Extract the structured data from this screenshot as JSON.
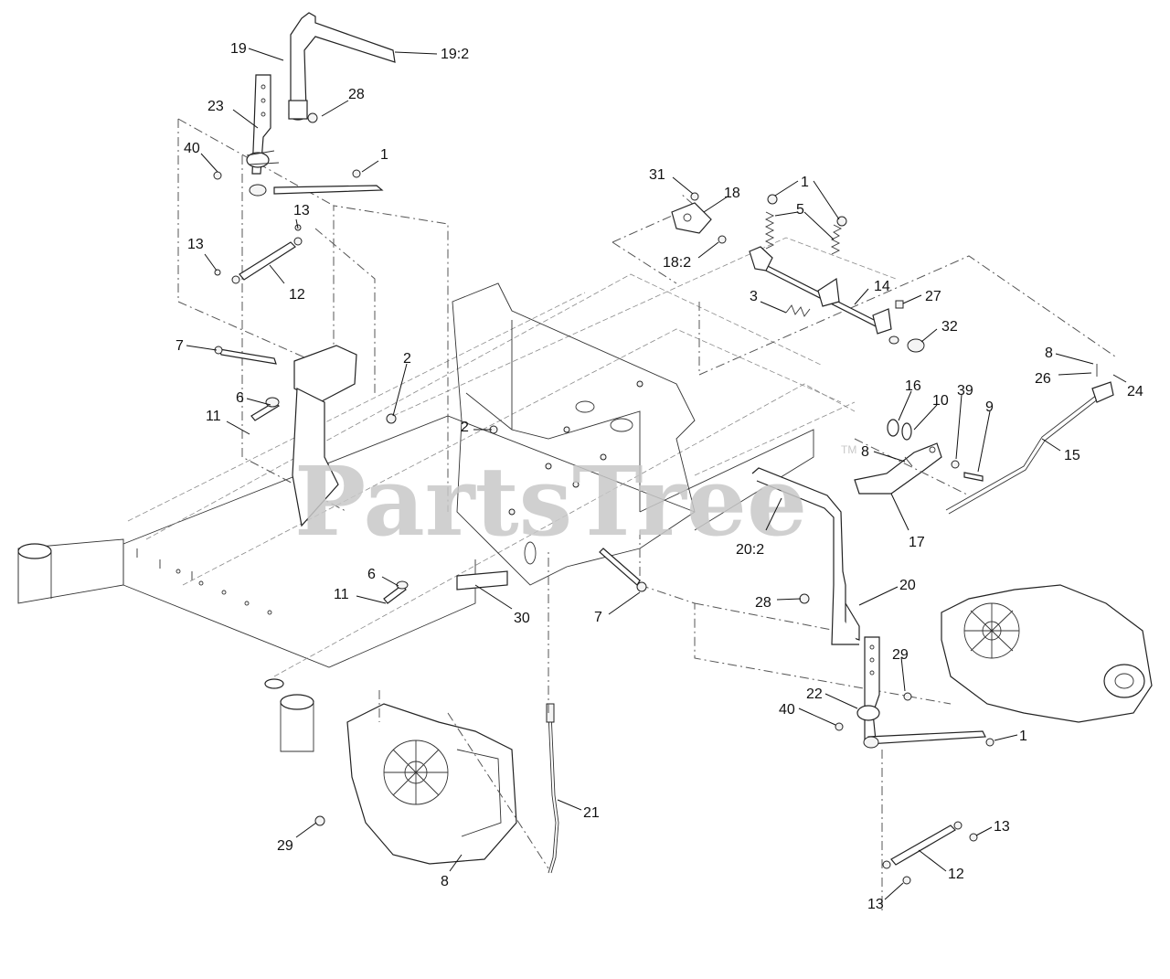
{
  "watermark": {
    "text": "PartsTree",
    "trademark": "TM"
  },
  "callouts": [
    {
      "id": "c-19",
      "label": "19"
    },
    {
      "id": "c-19-2",
      "label": "19:2"
    },
    {
      "id": "c-28-top",
      "label": "28"
    },
    {
      "id": "c-23",
      "label": "23"
    },
    {
      "id": "c-40-top",
      "label": "40"
    },
    {
      "id": "c-1-top",
      "label": "1"
    },
    {
      "id": "c-13-a",
      "label": "13"
    },
    {
      "id": "c-13-b",
      "label": "13"
    },
    {
      "id": "c-12-top",
      "label": "12"
    },
    {
      "id": "c-7-left",
      "label": "7"
    },
    {
      "id": "c-2-a",
      "label": "2"
    },
    {
      "id": "c-6-a",
      "label": "6"
    },
    {
      "id": "c-11-a",
      "label": "11"
    },
    {
      "id": "c-2-b",
      "label": "2"
    },
    {
      "id": "c-31",
      "label": "31"
    },
    {
      "id": "c-18",
      "label": "18"
    },
    {
      "id": "c-18-2",
      "label": "18:2"
    },
    {
      "id": "c-1-b",
      "label": "1"
    },
    {
      "id": "c-5",
      "label": "5"
    },
    {
      "id": "c-14",
      "label": "14"
    },
    {
      "id": "c-3",
      "label": "3"
    },
    {
      "id": "c-27",
      "label": "27"
    },
    {
      "id": "c-32",
      "label": "32"
    },
    {
      "id": "c-8-a",
      "label": "8"
    },
    {
      "id": "c-26",
      "label": "26"
    },
    {
      "id": "c-24",
      "label": "24"
    },
    {
      "id": "c-16",
      "label": "16"
    },
    {
      "id": "c-10",
      "label": "10"
    },
    {
      "id": "c-39",
      "label": "39"
    },
    {
      "id": "c-9",
      "label": "9"
    },
    {
      "id": "c-15",
      "label": "15"
    },
    {
      "id": "c-8-b",
      "label": "8"
    },
    {
      "id": "c-17",
      "label": "17"
    },
    {
      "id": "c-20-2",
      "label": "20:2"
    },
    {
      "id": "c-6-b",
      "label": "6"
    },
    {
      "id": "c-11-b",
      "label": "11"
    },
    {
      "id": "c-30",
      "label": "30"
    },
    {
      "id": "c-7-b",
      "label": "7"
    },
    {
      "id": "c-28-b",
      "label": "28"
    },
    {
      "id": "c-20",
      "label": "20"
    },
    {
      "id": "c-29-a",
      "label": "29"
    },
    {
      "id": "c-22",
      "label": "22"
    },
    {
      "id": "c-40-b",
      "label": "40"
    },
    {
      "id": "c-1-c",
      "label": "1"
    },
    {
      "id": "c-21",
      "label": "21"
    },
    {
      "id": "c-29-b",
      "label": "29"
    },
    {
      "id": "c-8-c",
      "label": "8"
    },
    {
      "id": "c-13-c",
      "label": "13"
    },
    {
      "id": "c-12-b",
      "label": "12"
    },
    {
      "id": "c-13-d",
      "label": "13"
    }
  ]
}
